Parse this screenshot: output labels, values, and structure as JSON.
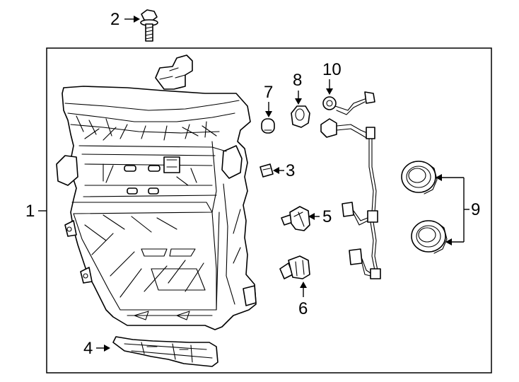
{
  "diagram": {
    "callouts": {
      "c1": "1",
      "c2": "2",
      "c3": "3",
      "c4": "4",
      "c5": "5",
      "c6": "6",
      "c7": "7",
      "c8": "8",
      "c9": "9",
      "c10": "10"
    },
    "parts": [
      {
        "id": "1",
        "icon": "headlamp-assembly-icon"
      },
      {
        "id": "2",
        "icon": "bolt-icon"
      },
      {
        "id": "3",
        "icon": "side-marker-bulb-icon"
      },
      {
        "id": "4",
        "icon": "mounting-bracket-icon"
      },
      {
        "id": "5",
        "icon": "bulb-socket-icon"
      },
      {
        "id": "6",
        "icon": "bulb-socket-icon"
      },
      {
        "id": "7",
        "icon": "wedge-bulb-icon"
      },
      {
        "id": "8",
        "icon": "bulb-socket-icon"
      },
      {
        "id": "9",
        "icon": "seal-ring-icon"
      },
      {
        "id": "10",
        "icon": "wiring-harness-icon"
      }
    ]
  }
}
